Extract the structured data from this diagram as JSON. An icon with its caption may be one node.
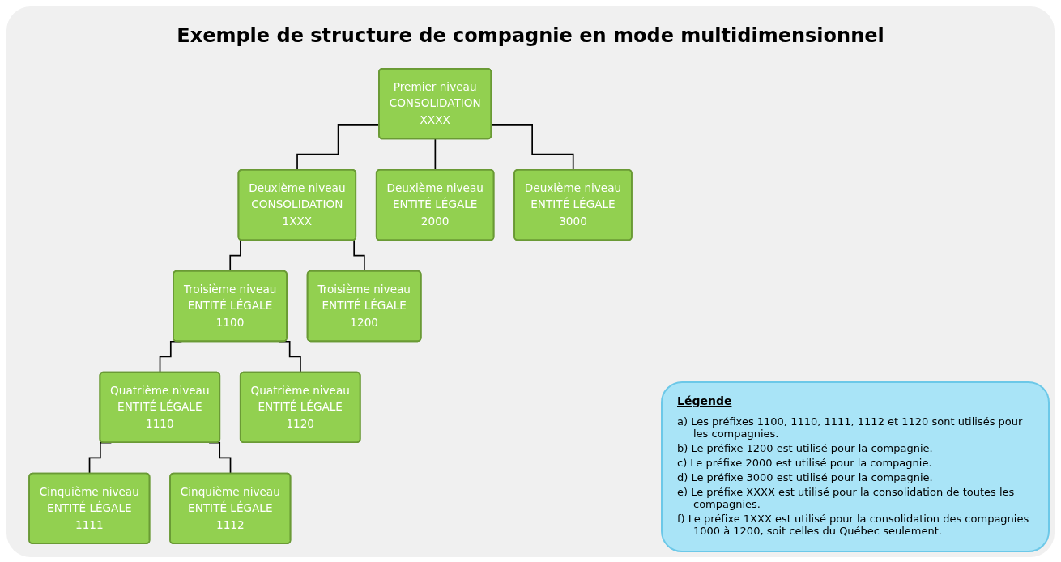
{
  "diagram": {
    "title": "Exemple de structure de compagnie en mode multidimensionnel",
    "nodes": [
      {
        "text": [
          "Premier niveau",
          "CONSOLIDATION",
          "XXXX"
        ]
      },
      {
        "text": [
          "Deuxième niveau",
          "CONSOLIDATION",
          "1XXX"
        ]
      },
      {
        "text": [
          "Deuxième niveau",
          "ENTITÉ LÉGALE",
          "2000"
        ]
      },
      {
        "text": [
          "Deuxième niveau",
          "ENTITÉ LÉGALE",
          "3000"
        ]
      },
      {
        "text": [
          "Troisième niveau",
          "ENTITÉ LÉGALE",
          "1100"
        ]
      },
      {
        "text": [
          "Troisième niveau",
          "ENTITÉ LÉGALE",
          "1200"
        ]
      },
      {
        "text": [
          "Quatrième niveau",
          "ENTITÉ LÉGALE",
          "1110"
        ]
      },
      {
        "text": [
          "Quatrième niveau",
          "ENTITÉ LÉGALE",
          "1120"
        ]
      },
      {
        "text": [
          "Cinquième niveau",
          "ENTITÉ LÉGALE",
          "1111"
        ]
      },
      {
        "text": [
          "Cinquième niveau",
          "ENTITÉ LÉGALE",
          "1112"
        ]
      }
    ],
    "edges": [
      {
        "from": 0,
        "to": 1,
        "arrow": "none"
      },
      {
        "from": 0,
        "to": 2,
        "arrow": "none"
      },
      {
        "from": 0,
        "to": 3,
        "arrow": "none"
      },
      {
        "from": 1,
        "to": 4,
        "arrow": "none"
      },
      {
        "from": 1,
        "to": 5,
        "arrow": "none"
      },
      {
        "from": 4,
        "to": 6,
        "arrow": "none"
      },
      {
        "from": 4,
        "to": 7,
        "arrow": "none"
      },
      {
        "from": 6,
        "to": 8,
        "arrow": "none"
      },
      {
        "from": 6,
        "to": 9,
        "arrow": "none"
      }
    ],
    "labels": [
      "Légende",
      "a) Les préfixes 1100, 1110, 1111, 1112 et 1120 sont utilisés pour les compagnies.",
      "b) Le préfixe 1200 est utilisé pour la compagnie.",
      "c) Le préfixe 2000 est utilisé pour la compagnie.",
      "d) Le préfixe 3000 est utilisé pour la compagnie.",
      "e) Le préfixe XXXX est utilisé pour la consolidation de toutes les compagnies.",
      "f) Le préfixe 1XXX est utilisé pour la consolidation des compagnies 1000 à 1200, soit celles du Québec seulement."
    ]
  }
}
